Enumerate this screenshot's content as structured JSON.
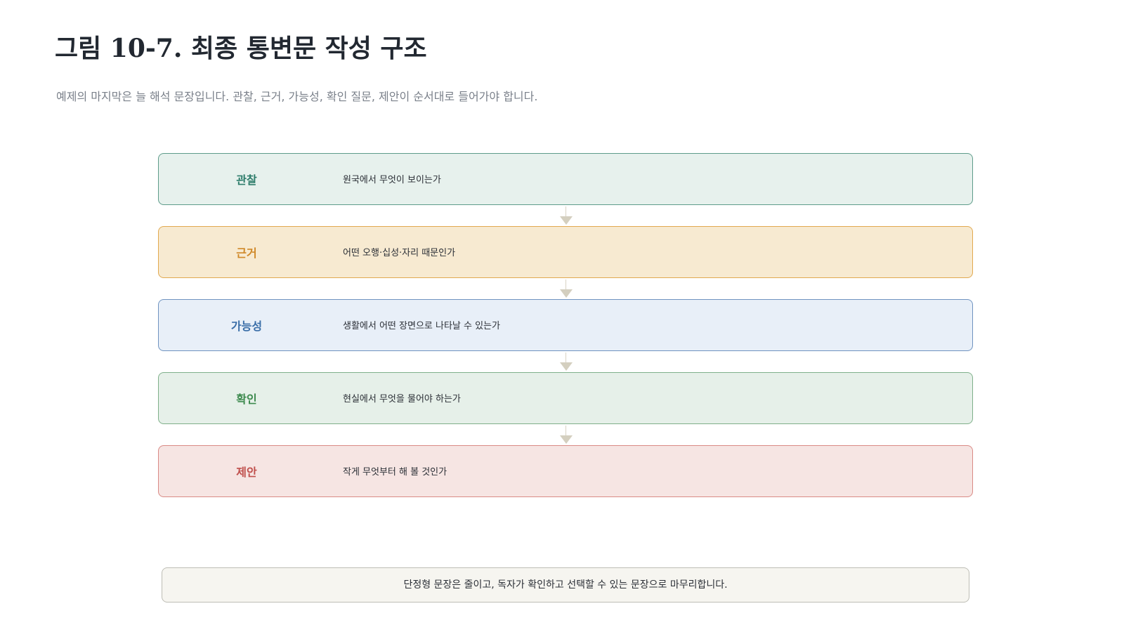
{
  "title": "그림 10-7. 최종 통변문 작성 구조",
  "subtitle": "예제의 마지막은 늘 해석 문장입니다. 관찰, 근거, 가능성, 확인 질문, 제안이 순서대로 들어가야 합니다.",
  "steps": [
    {
      "label": "관찰",
      "desc": "원국에서 무엇이 보이는가",
      "label_color": "#2e7d6b",
      "bg": "#e7f1ed",
      "border": "#5e9c8a"
    },
    {
      "label": "근거",
      "desc": "어떤 오행·십성·자리 때문인가",
      "label_color": "#d08a2a",
      "bg": "#f7ead1",
      "border": "#e1a94f"
    },
    {
      "label": "가능성",
      "desc": "생활에서 어떤 장면으로 나타날 수 있는가",
      "label_color": "#3a6ea8",
      "bg": "#e8eff8",
      "border": "#6f93c0"
    },
    {
      "label": "확인",
      "desc": "현실에서 무엇을 물어야 하는가",
      "label_color": "#3d8a4e",
      "bg": "#e6f0e9",
      "border": "#7fb08a"
    },
    {
      "label": "제안",
      "desc": "작게 무엇부터 해 볼 것인가",
      "label_color": "#c0504d",
      "bg": "#f6e5e3",
      "border": "#d98a85"
    }
  ],
  "connector_color": "#d4cfbf",
  "note": "단정형 문장은 줄이고, 독자가 확인하고 선택할 수 있는 문장으로 마무리합니다."
}
